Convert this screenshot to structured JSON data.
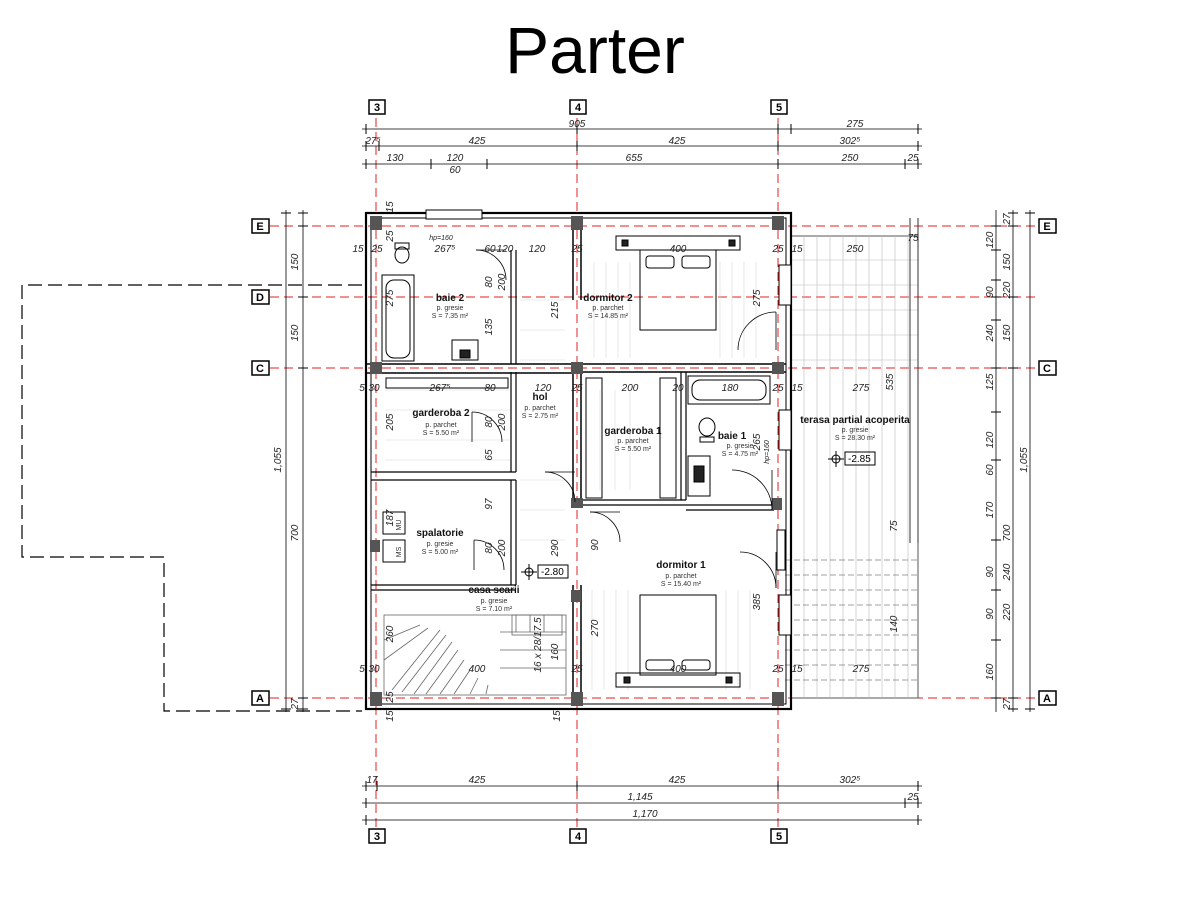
{
  "title": "Parter",
  "axes": {
    "vertical": [
      "3",
      "4",
      "5"
    ],
    "horizontal": [
      "E",
      "D",
      "C",
      "A"
    ]
  },
  "dims_top": {
    "row1": [
      "905",
      "275"
    ],
    "row2": [
      "27⁵",
      "425",
      "425",
      "302⁵"
    ],
    "row3": [
      "130",
      "120",
      "655",
      "250",
      "25"
    ],
    "row3_sub": "60"
  },
  "dims_bottom": {
    "row1": [
      "17",
      "425",
      "425",
      "302⁵"
    ],
    "row2": [
      "1,145",
      "25"
    ],
    "row3": "1,170"
  },
  "dims_left": [
    "150",
    "150",
    "1,055",
    "700",
    "27"
  ],
  "dims_right": [
    "27",
    "120",
    "150",
    "220",
    "90",
    "240",
    "150",
    "535",
    "125",
    "1,055",
    "120",
    "60",
    "170",
    "700",
    "90",
    "240",
    "220",
    "90",
    "160",
    "27"
  ],
  "rooms": [
    {
      "name": "baie 2",
      "floor": "p. gresie",
      "area": "S = 7.35 m²"
    },
    {
      "name": "dormitor 2",
      "floor": "p. parchet",
      "area": "S = 14.85 m²"
    },
    {
      "name": "hol",
      "floor": "p. parchet",
      "area": "S = 2.75 m²"
    },
    {
      "name": "garderoba 2",
      "floor": "p. parchet",
      "area": "S = 5.50 m²"
    },
    {
      "name": "garderoba 1",
      "floor": "p. parchet",
      "area": "S = 5.50 m²"
    },
    {
      "name": "baie 1",
      "floor": "p. gresie",
      "area": "S = 4.75 m²"
    },
    {
      "name": "terasa partial acoperita",
      "floor": "p. gresie",
      "area": "S = 28.30 m²"
    },
    {
      "name": "spalatorie",
      "floor": "p. gresie",
      "area": "S = 5.00 m²"
    },
    {
      "name": "casa scarii",
      "floor": "p. gresie",
      "area": "S = 7.10 m²"
    },
    {
      "name": "dormitor 1",
      "floor": "p. parchet",
      "area": "S = 15.40 m²"
    }
  ],
  "levels": [
    "-2.85",
    "-2.80"
  ],
  "inner_dims": {
    "hp": "hp=160",
    "top_row": [
      "15",
      "25",
      "267⁵",
      "60",
      "120",
      "120",
      "25",
      "400",
      "25",
      "15",
      "250",
      "75"
    ],
    "c_row": [
      "5",
      "30",
      "267⁵",
      "80",
      "120",
      "25",
      "200",
      "20",
      "180",
      "25",
      "15",
      "275"
    ],
    "a_row": [
      "5",
      "30",
      "400",
      "25",
      "400",
      "25",
      "15",
      "275"
    ],
    "bottom_row": [
      "15",
      "25",
      "15",
      "25",
      "15"
    ],
    "verticals": [
      "275",
      "200",
      "80",
      "135",
      "215",
      "275",
      "205",
      "200",
      "80",
      "65",
      "97",
      "187",
      "80",
      "200",
      "290",
      "90",
      "265",
      "260",
      "160",
      "270",
      "385",
      "140",
      "75"
    ],
    "stair": "16 x 28/17.5",
    "mu": "MU",
    "ms": "MS",
    "hpr": "hp=160"
  }
}
